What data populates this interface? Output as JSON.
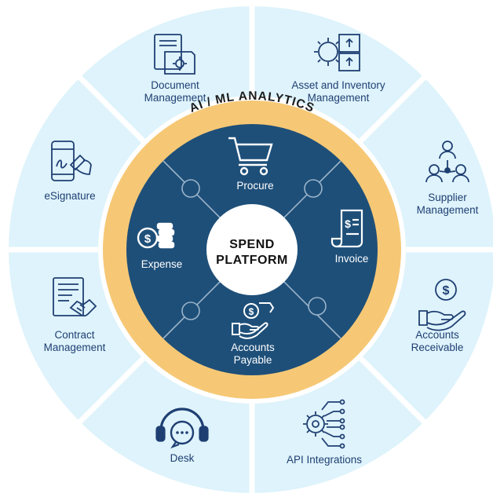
{
  "ring_title": "AI / ML  ANALYTICS",
  "center": {
    "line1": "SPEND",
    "line2": "PLATFORM"
  },
  "outer_segments": [
    {
      "icon": "document-management-icon",
      "line1": "Document",
      "line2": "Management"
    },
    {
      "icon": "asset-inventory-icon",
      "line1": "Asset and Inventory",
      "line2": "Management"
    },
    {
      "icon": "supplier-management-icon",
      "line1": "Supplier",
      "line2": "Management"
    },
    {
      "icon": "accounts-receivable-icon",
      "line1": "Accounts",
      "line2": "Receivable"
    },
    {
      "icon": "api-integrations-icon",
      "line1": "API Integrations",
      "line2": ""
    },
    {
      "icon": "desk-icon",
      "line1": "Desk",
      "line2": ""
    },
    {
      "icon": "contract-management-icon",
      "line1": "Contract",
      "line2": "Management"
    },
    {
      "icon": "esignature-icon",
      "line1": "eSignature",
      "line2": ""
    }
  ],
  "inner_segments": [
    {
      "icon": "cart-icon",
      "line1": "Procure",
      "line2": ""
    },
    {
      "icon": "invoice-icon",
      "line1": "Invoice",
      "line2": ""
    },
    {
      "icon": "payable-icon",
      "line1": "Accounts",
      "line2": "Payable"
    },
    {
      "icon": "expense-icon",
      "line1": "Expense",
      "line2": ""
    }
  ],
  "colors": {
    "outer_fill": "#def3fb",
    "ring": "#f6c875",
    "inner_fill": "#1e4f79",
    "icon_dark": "#1f3f73",
    "center_fill": "#ffffff"
  }
}
